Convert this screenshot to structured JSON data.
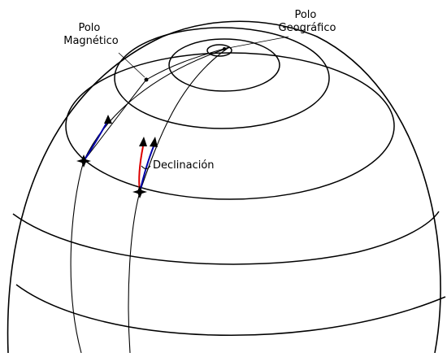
{
  "labels": {
    "magnetic_pole": [
      "Polo",
      "Magnético"
    ],
    "geographic_pole": [
      "Polo",
      "Geográfico"
    ],
    "declination": "Declinación"
  },
  "colors": {
    "outline": "#000000",
    "geographic_meridian_arrow": "#0000aa",
    "magnetic_meridian_arrow": "#dd0000",
    "background": "#ffffff"
  }
}
